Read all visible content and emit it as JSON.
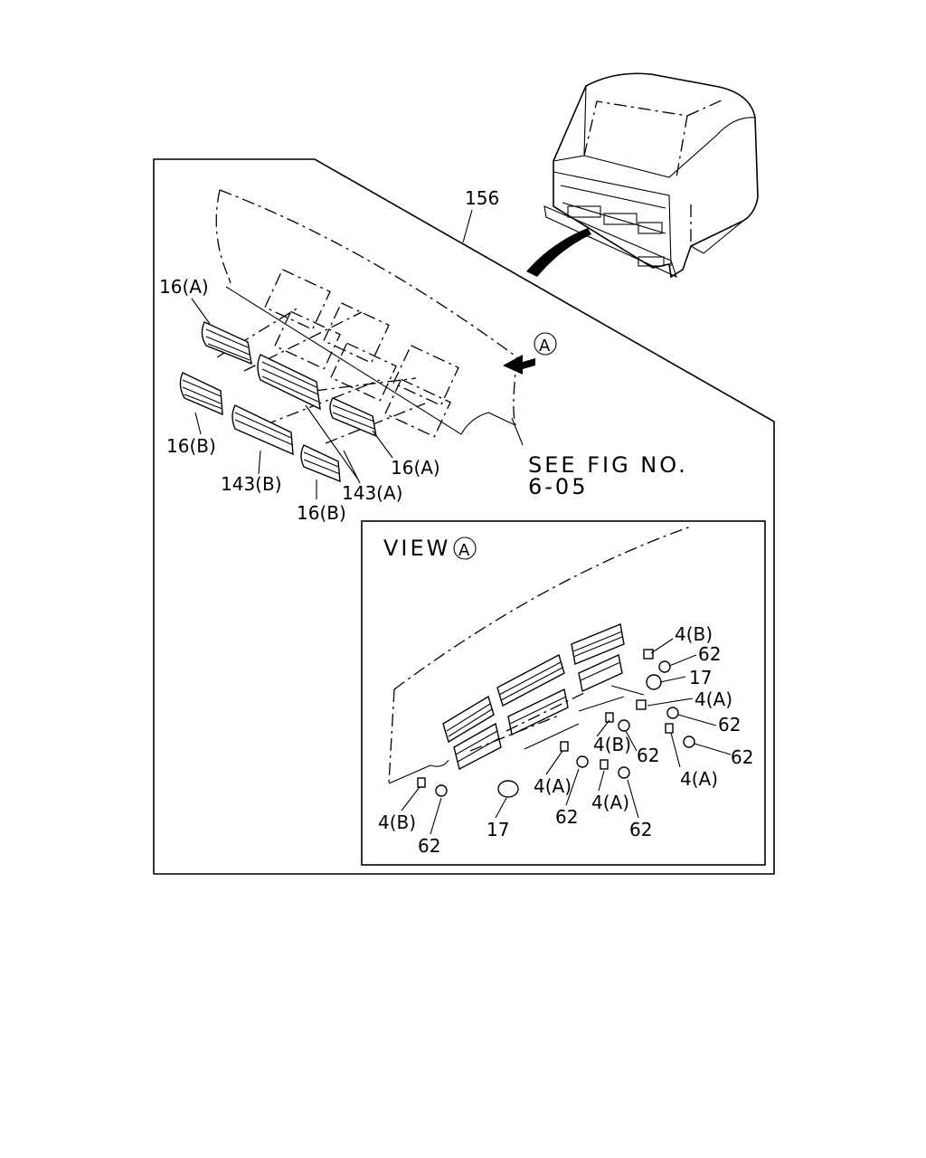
{
  "labels": {
    "part_156": "156",
    "ref_a": "A",
    "part_16a_top": "16(A)",
    "part_16b_left": "16(B)",
    "part_143b": "143(B)",
    "part_16b_bottom": "16(B)",
    "part_143a": "143(A)",
    "part_16a_right": "16(A)",
    "see_fig_line1": "SEE FIG NO.",
    "see_fig_line2": "6-05"
  },
  "view": {
    "title": "VIEW",
    "ref": "A",
    "callouts": {
      "c_4b_top": "4(B)",
      "c_62_a": "62",
      "c_17_top": "17",
      "c_4a_a": "4(A)",
      "c_62_b": "62",
      "c_4b_mid": "4(B)",
      "c_62_c": "62",
      "c_62_d": "62",
      "c_4a_b": "4(A)",
      "c_4a_c": "4(A)",
      "c_4a_d": "4(A)",
      "c_62_e": "62",
      "c_62_f": "62",
      "c_4b_bot": "4(B)",
      "c_17_bot": "17",
      "c_62_g": "62"
    }
  }
}
